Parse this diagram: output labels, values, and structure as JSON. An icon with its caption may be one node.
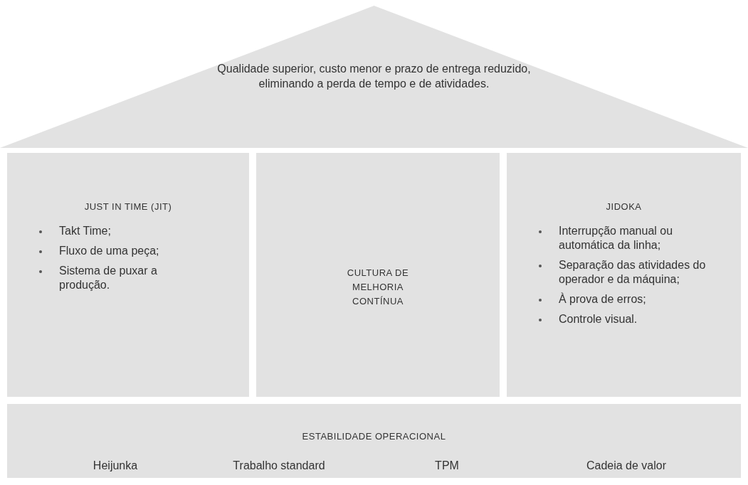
{
  "diagram": {
    "nodes": [
      {
        "text": [
          "Qualidade superior, custo menor e prazo de entrega reduzido, eliminando a perda de tempo e de atividades."
        ]
      },
      {
        "text": [
          "JUST IN TIME (JIT)",
          "Takt Time;",
          "Fluxo de uma peça;",
          "Sistema de puxar a produção."
        ]
      },
      {
        "text": [
          "CULTURA DE MELHORIA CONTÍNUA"
        ]
      },
      {
        "text": [
          "JIDOKA",
          "Interrupção manual ou automática da linha;",
          "Separação das atividades do operador e da máquina;",
          "À prova de erros;",
          "Controle visual."
        ]
      },
      {
        "text": [
          "ESTABILIDADE OPERACIONAL",
          "Heijunka",
          "Trabalho standard",
          "TPM",
          "Cadeia de valor"
        ]
      }
    ],
    "edges": []
  }
}
